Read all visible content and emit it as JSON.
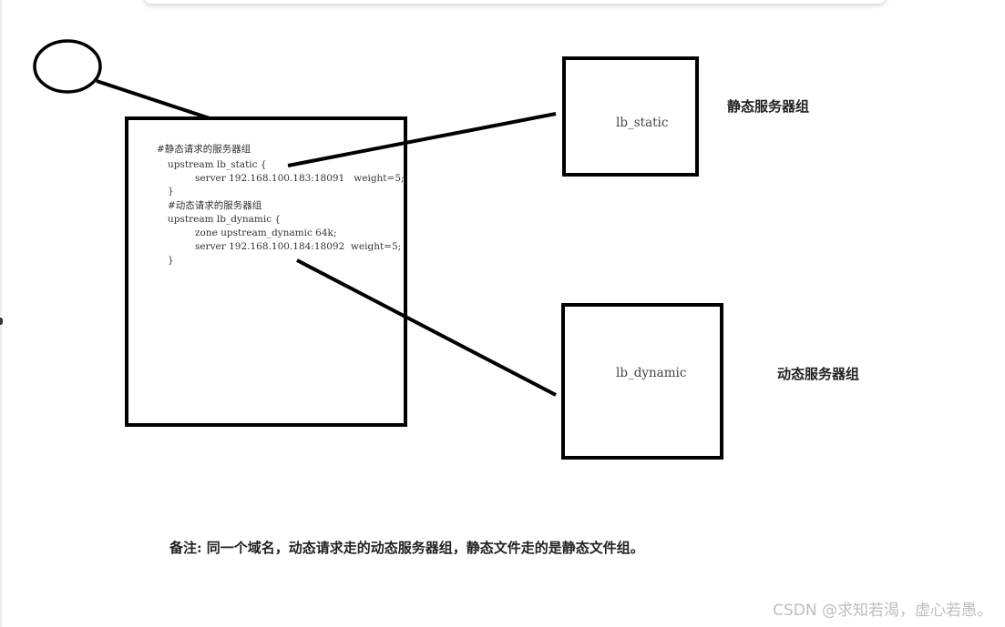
{
  "config": {
    "lines": [
      "#静态请求的服务器组",
      "upstream lb_static {",
      "server 192.168.100.183:18091   weight=5;",
      "}",
      "#动态请求的服务器组",
      "upstream lb_dynamic {",
      "zone upstream_dynamic 64k;",
      "server 192.168.100.184:18092  weight=5;",
      "}"
    ]
  },
  "static_box": {
    "label": "lb_static",
    "group_label": "静态服务器组"
  },
  "dynamic_box": {
    "label": "lb_dynamic",
    "group_label": "动态服务器组"
  },
  "note": "备注:  同一个域名，动态请求走的动态服务器组，静态文件走的是静态文件组。",
  "watermark": "CSDN @求知若渴，虚心若愚。"
}
